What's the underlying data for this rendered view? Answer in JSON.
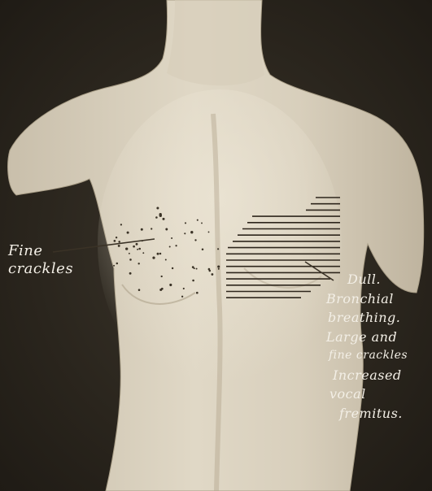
{
  "plate": {
    "background_color": "#2f2a22",
    "figure_color": "#d8cfbd"
  },
  "labels": {
    "fine_crackles": [
      "Fine",
      "crackles"
    ],
    "dull_findings": [
      "Dull.",
      "Bronchial",
      "breathing.",
      "Large and",
      "fine crackles",
      "Increased",
      "vocal",
      "fremitus."
    ]
  }
}
